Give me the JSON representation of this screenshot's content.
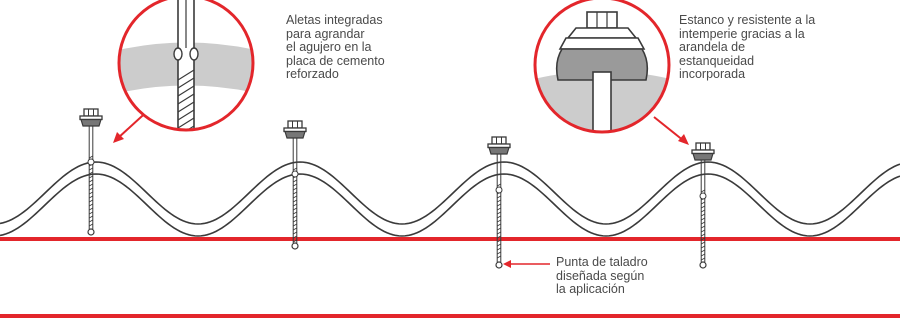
{
  "callouts": {
    "fins": "Aletas integradas\npara agrandar\nel agujero en la\nplaca de cemento\nreforzado",
    "washer": "Estanco y resistente a la\nintemperie gracias a la\narandela de\nestanqueidad\nincorporada",
    "tip": "Punta de taladro\ndiseñada según\nla aplicación"
  },
  "colors": {
    "accent": "#e3262b",
    "line": "#3a3a3a",
    "seal": "#9a9a9a",
    "washer_grey": "#c9c9c9"
  }
}
